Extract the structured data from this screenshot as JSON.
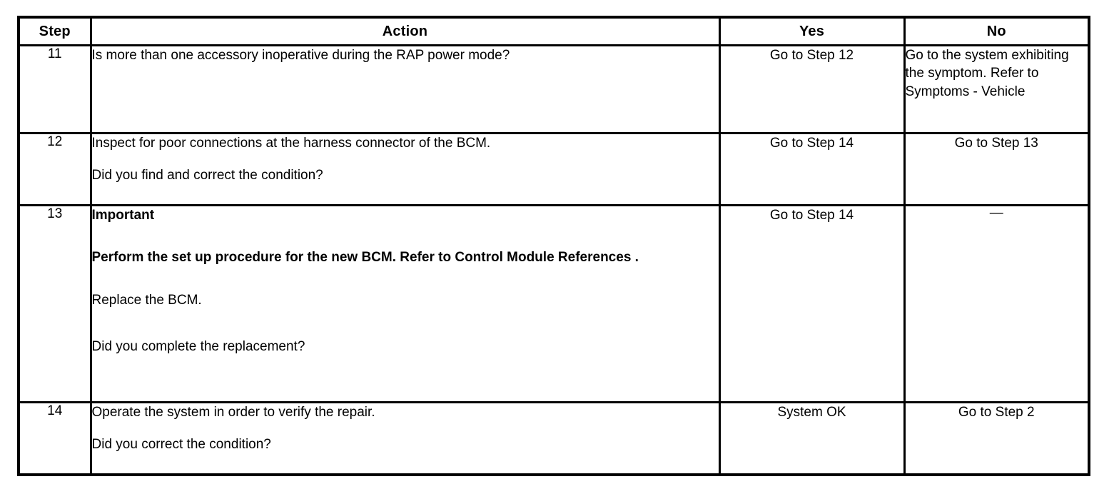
{
  "table": {
    "headers": {
      "step": "Step",
      "action": "Action",
      "yes": "Yes",
      "no": "No"
    },
    "rows": [
      {
        "step": "11",
        "action_lines": [
          {
            "text": "Is more than one accessory inoperative during the RAP power mode?",
            "bold": false
          }
        ],
        "yes": "Go to Step 12",
        "no": "Go to the system exhibiting the symptom. Refer to Symptoms - Vehicle"
      },
      {
        "step": "12",
        "action_lines": [
          {
            "text": "Inspect for poor connections at the harness connector of the BCM.",
            "bold": false
          },
          {
            "text": "Did you find and correct the condition?",
            "bold": false
          }
        ],
        "yes": "Go to Step 14",
        "no": "Go to Step 13"
      },
      {
        "step": "13",
        "action_lines": [
          {
            "text": "Important",
            "bold": true
          },
          {
            "text": "Perform the set up procedure for the new BCM. Refer to Control Module References .",
            "bold": true
          },
          {
            "text": "Replace the BCM.",
            "bold": false
          },
          {
            "text": "Did you complete the replacement?",
            "bold": false
          }
        ],
        "yes": "Go to Step 14",
        "no": "—"
      },
      {
        "step": "14",
        "action_lines": [
          {
            "text": "Operate the system in order to verify the repair.",
            "bold": false
          },
          {
            "text": "Did you correct the condition?",
            "bold": false
          }
        ],
        "yes": "System OK",
        "no": "Go to Step 2"
      }
    ]
  },
  "colors": {
    "border": "#000000",
    "text": "#000000",
    "background": "#ffffff"
  }
}
